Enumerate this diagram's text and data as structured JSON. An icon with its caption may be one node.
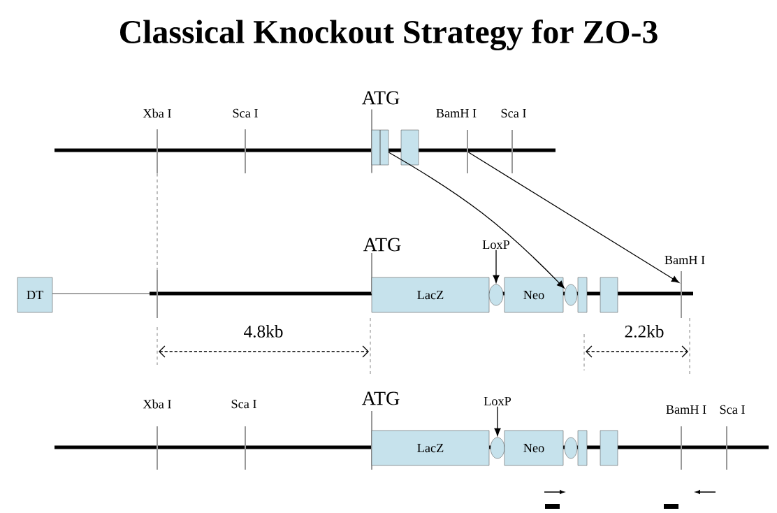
{
  "diagram": {
    "title": "Classical Knockout Strategy for ZO-3",
    "nodes": [
      {
        "text": [],
        "shape": "line",
        "beside": [
          "Xba I"
        ]
      },
      {
        "text": [],
        "shape": "line",
        "beside": [
          "Sca I"
        ]
      },
      {
        "text": [],
        "shape": "line",
        "beside": [
          "ATG"
        ]
      },
      {
        "text": [],
        "shape": "box"
      },
      {
        "text": [],
        "shape": "box"
      },
      {
        "text": [],
        "shape": "line",
        "beside": [
          "BamH I"
        ]
      },
      {
        "text": [],
        "shape": "line",
        "beside": [
          "Sca I"
        ]
      },
      {
        "text": [
          "DT"
        ]
      },
      {
        "text": [],
        "shape": "line"
      },
      {
        "text": [],
        "shape": "line",
        "beside": [
          "ATG"
        ]
      },
      {
        "text": [
          "LacZ"
        ]
      },
      {
        "text": [
          "LoxP"
        ]
      },
      {
        "text": [],
        "shape": "circle"
      },
      {
        "text": [
          "Neo"
        ]
      },
      {
        "text": [],
        "shape": "circle"
      },
      {
        "text": [],
        "shape": "box"
      },
      {
        "text": [],
        "shape": "box"
      },
      {
        "text": [],
        "shape": "line",
        "beside": [
          "BamH I"
        ]
      },
      {
        "text": [],
        "shape": "line",
        "beside": [
          "Xba I"
        ]
      },
      {
        "text": [],
        "shape": "line",
        "beside": [
          "Sca I"
        ]
      },
      {
        "text": [],
        "shape": "line",
        "beside": [
          "ATG"
        ]
      },
      {
        "text": [
          "LacZ"
        ]
      },
      {
        "text": [
          "LoxP"
        ]
      },
      {
        "text": [],
        "shape": "circle"
      },
      {
        "text": [
          "Neo"
        ]
      },
      {
        "text": [],
        "shape": "circle"
      },
      {
        "text": [],
        "shape": "box"
      },
      {
        "text": [],
        "shape": "box"
      },
      {
        "text": [],
        "shape": "line",
        "beside": [
          "BamH I"
        ]
      },
      {
        "text": [],
        "shape": "line",
        "beside": [
          "Sca I"
        ]
      }
    ],
    "edges": [
      {
        "from": 3,
        "to": 14,
        "arrow": "to"
      },
      {
        "from": 5,
        "to": 17,
        "arrow": "to"
      },
      {
        "from": 0,
        "to": 8,
        "arrow": "none",
        "style": "dashed",
        "color": "#999999"
      },
      {
        "from": 11,
        "to": 12,
        "arrow": "to"
      },
      {
        "from": 22,
        "to": 23,
        "arrow": "to"
      }
    ],
    "labels": [
      "4.8kb",
      "2.2kb"
    ]
  }
}
